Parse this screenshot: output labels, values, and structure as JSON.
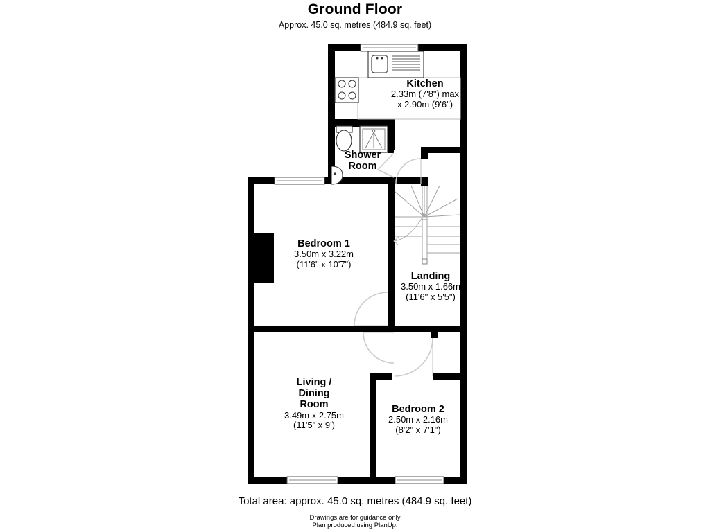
{
  "header": {
    "title": "Ground Floor",
    "subtitle": "Approx. 45.0 sq. metres (484.9 sq. feet)"
  },
  "footer": {
    "total_area": "Total area: approx. 45.0 sq. metres (484.9 sq. feet)",
    "disclaimer_line1": "Drawings are for guidance only",
    "disclaimer_line2": "Plan produced using PlanUp."
  },
  "colors": {
    "wall": "#000000",
    "fixture_stroke": "#000000",
    "stair_stroke": "#9a9a9a",
    "door_stroke": "#cfcfcf",
    "background": "#ffffff"
  },
  "rooms": [
    {
      "id": "kitchen",
      "name": "Kitchen",
      "dim_metric": "2.33m (7'8\") max",
      "dim_metric2": "x 2.90m (9'6\")",
      "dim_imperial": ""
    },
    {
      "id": "shower-room",
      "name_line1": "Shower",
      "name_line2": "Room",
      "dim_metric": "",
      "dim_imperial": ""
    },
    {
      "id": "bedroom-1",
      "name": "Bedroom 1",
      "dim_metric": "3.50m x 3.22m",
      "dim_imperial": "(11'6\" x 10'7\")"
    },
    {
      "id": "landing",
      "name": "Landing",
      "dim_metric": "3.50m x 1.66m",
      "dim_imperial": "(11'6\" x 5'5\")"
    },
    {
      "id": "living-dining-room",
      "name_line1": "Living /",
      "name_line2": "Dining",
      "name_line3": "Room",
      "dim_metric": "3.49m x 2.75m",
      "dim_imperial": "(11'5\" x 9')"
    },
    {
      "id": "bedroom-2",
      "name": "Bedroom 2",
      "dim_metric": "2.50m x 2.16m",
      "dim_imperial": "(8'2\" x 7'1\")"
    }
  ],
  "fixtures": [
    {
      "id": "kitchen-sink",
      "label": "sink"
    },
    {
      "id": "kitchen-drainer",
      "label": "drainer"
    },
    {
      "id": "kitchen-hob",
      "label": "hob"
    },
    {
      "id": "kitchen-worktop",
      "label": "worktop"
    },
    {
      "id": "wc-toilet",
      "label": "toilet"
    },
    {
      "id": "shower-tray",
      "label": "shower"
    },
    {
      "id": "wash-basin",
      "label": "basin"
    },
    {
      "id": "chimney-breast",
      "label": "chimney breast"
    },
    {
      "id": "staircase",
      "label": "winder staircase"
    }
  ],
  "openings": [
    {
      "id": "window-kitchen",
      "type": "window"
    },
    {
      "id": "window-bedroom-1",
      "type": "window"
    },
    {
      "id": "window-living-dining",
      "type": "window"
    },
    {
      "id": "window-bedroom-2",
      "type": "window"
    },
    {
      "id": "door-shower-room",
      "type": "door"
    },
    {
      "id": "door-landing-top",
      "type": "door"
    },
    {
      "id": "door-bedroom-1",
      "type": "door"
    },
    {
      "id": "door-living-dining",
      "type": "door"
    },
    {
      "id": "door-bedroom-2",
      "type": "door"
    }
  ]
}
